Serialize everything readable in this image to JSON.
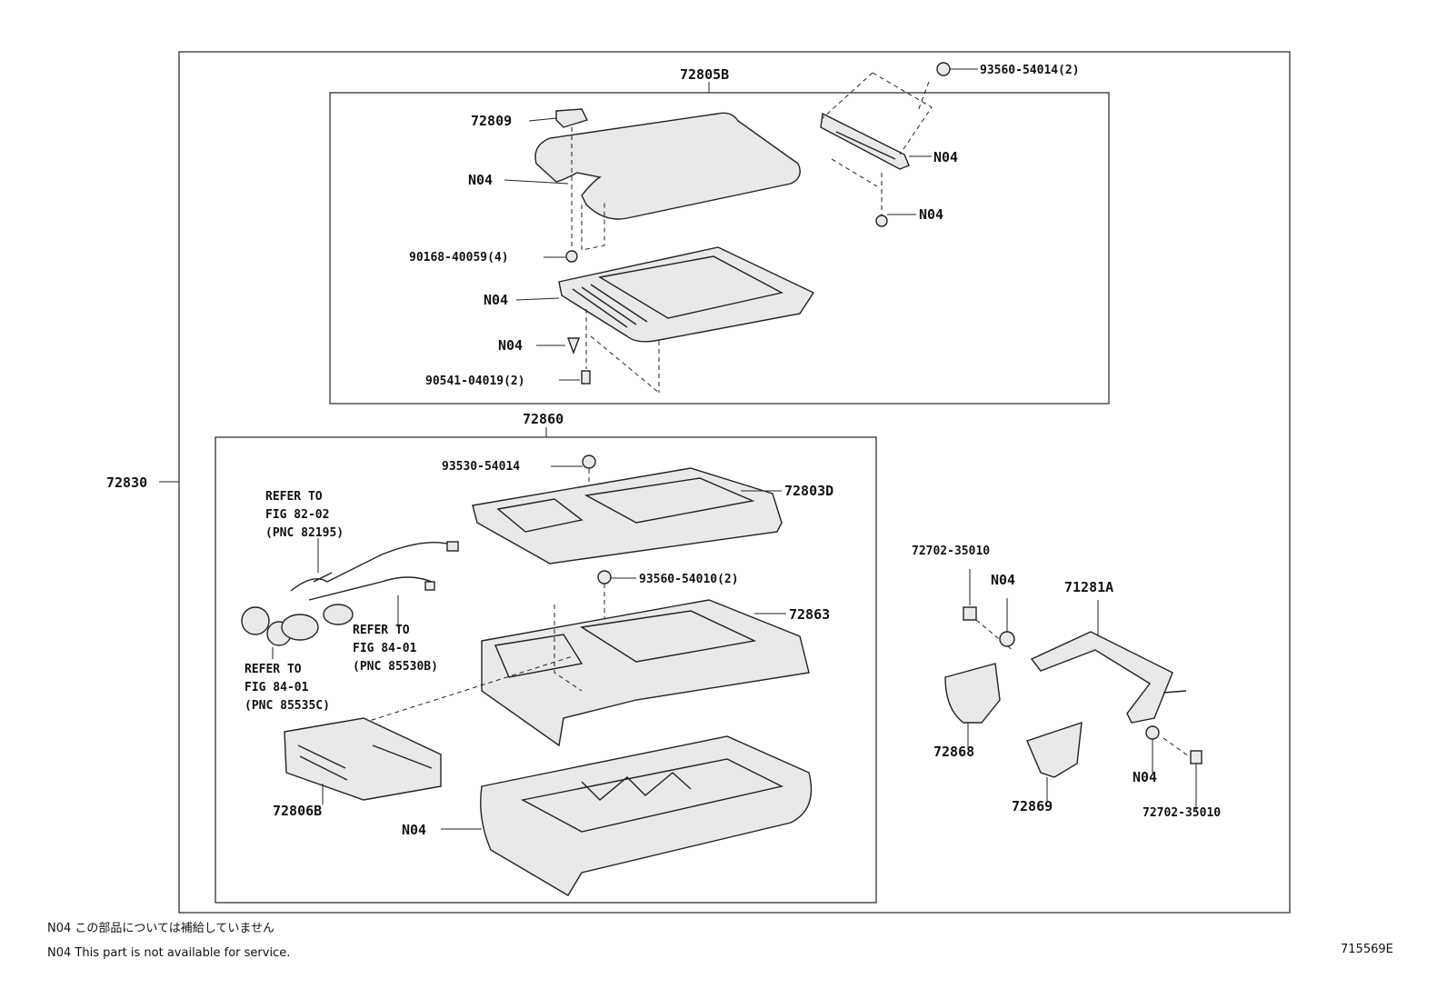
{
  "labels": {
    "assy_72830": "72830",
    "lid_72805b": "72805B",
    "cap_72809": "72809",
    "n04_lid": "N04",
    "clip_90168": "90168-40059(4)",
    "n04_inner": "N04",
    "n04_screw": "N04",
    "bolt_90541": "90541-04019(2)",
    "screw_93560_54014": "93560-54014(2)",
    "n04_hinge": "N04",
    "n04_hinge_bolt": "N04",
    "box_72860": "72860",
    "screw_93530": "93530-54014",
    "panel_72803d": "72803D",
    "screw_93560_54010": "93560-54010(2)",
    "box_72863": "72863",
    "tray_72806b": "72806B",
    "n04_base": "N04",
    "bolt_72702_top": "72702-35010",
    "n04_bracket": "N04",
    "bracket_71281a": "71281A",
    "cover_72868": "72868",
    "cover_72869": "72869",
    "n04_bracket_low": "N04",
    "bolt_72702_bottom": "72702-35010"
  },
  "refers": {
    "ref1": [
      "REFER TO",
      "FIG 82-02",
      "(PNC 82195)"
    ],
    "ref2": [
      "REFER TO",
      "FIG 84-01",
      "(PNC 85530B)"
    ],
    "ref3": [
      "REFER TO",
      "FIG 84-01",
      "(PNC 85535C)"
    ]
  },
  "footer": {
    "note_jp": "N04 この部品については補給していません",
    "note_en": "N04 This part is not available for service.",
    "diagram_code": "715569E"
  }
}
